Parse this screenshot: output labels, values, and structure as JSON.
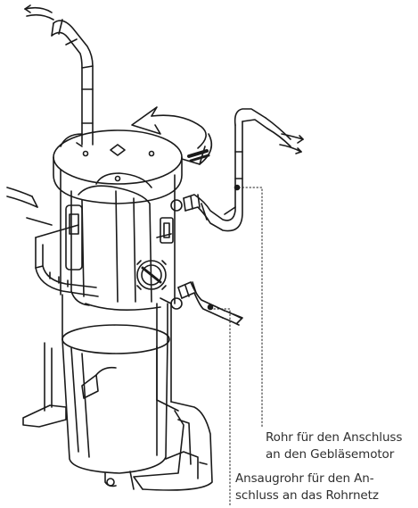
{
  "labels": {
    "blower_pipe": {
      "line1": "Rohr für den Anschluss",
      "line2": "an den Gebläsemotor"
    },
    "suction_pipe": {
      "line1": "Ansaugrohr für den An-",
      "line2": "schluss an das Rohrnetz"
    }
  },
  "colors": {
    "line": "#1a1a1a",
    "text": "#2f2f2f",
    "background": "#ffffff"
  }
}
